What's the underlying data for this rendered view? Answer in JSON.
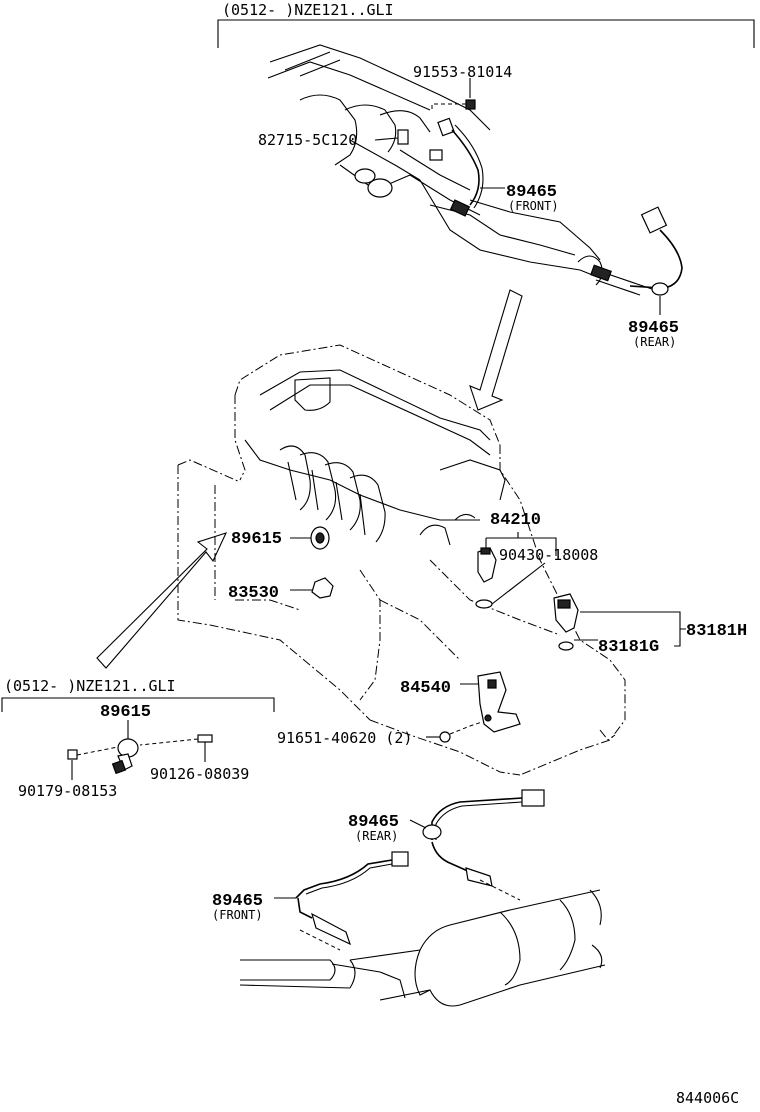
{
  "headers": {
    "top_applicability": "(0512-     )NZE121..GLI",
    "inset_applicability": "(0512-     )NZE121..GLI"
  },
  "callouts": {
    "bolt_top": "91553-81014",
    "clamp": "82715-5C120",
    "sensor_front_top": "89465",
    "sensor_front_top_note": "(FRONT)",
    "sensor_rear_top": "89465",
    "sensor_rear_top_note": "(REAR)",
    "knock_sensor": "89615",
    "oil_switch": "83530",
    "injector_group": "84210",
    "gasket": "90430-18008",
    "temp_sender_group": "83181H",
    "temp_sender": "83181G",
    "vsv": "84540",
    "nut_vsv": "91651-40620 (2)",
    "inset_knock": "89615",
    "inset_nut": "90179-08153",
    "inset_stud": "90126-08039",
    "sensor_rear_bottom": "89465",
    "sensor_rear_bottom_note": "(REAR)",
    "sensor_front_bottom": "89465",
    "sensor_front_bottom_note": "(FRONT)"
  },
  "figure_code": "844006C"
}
